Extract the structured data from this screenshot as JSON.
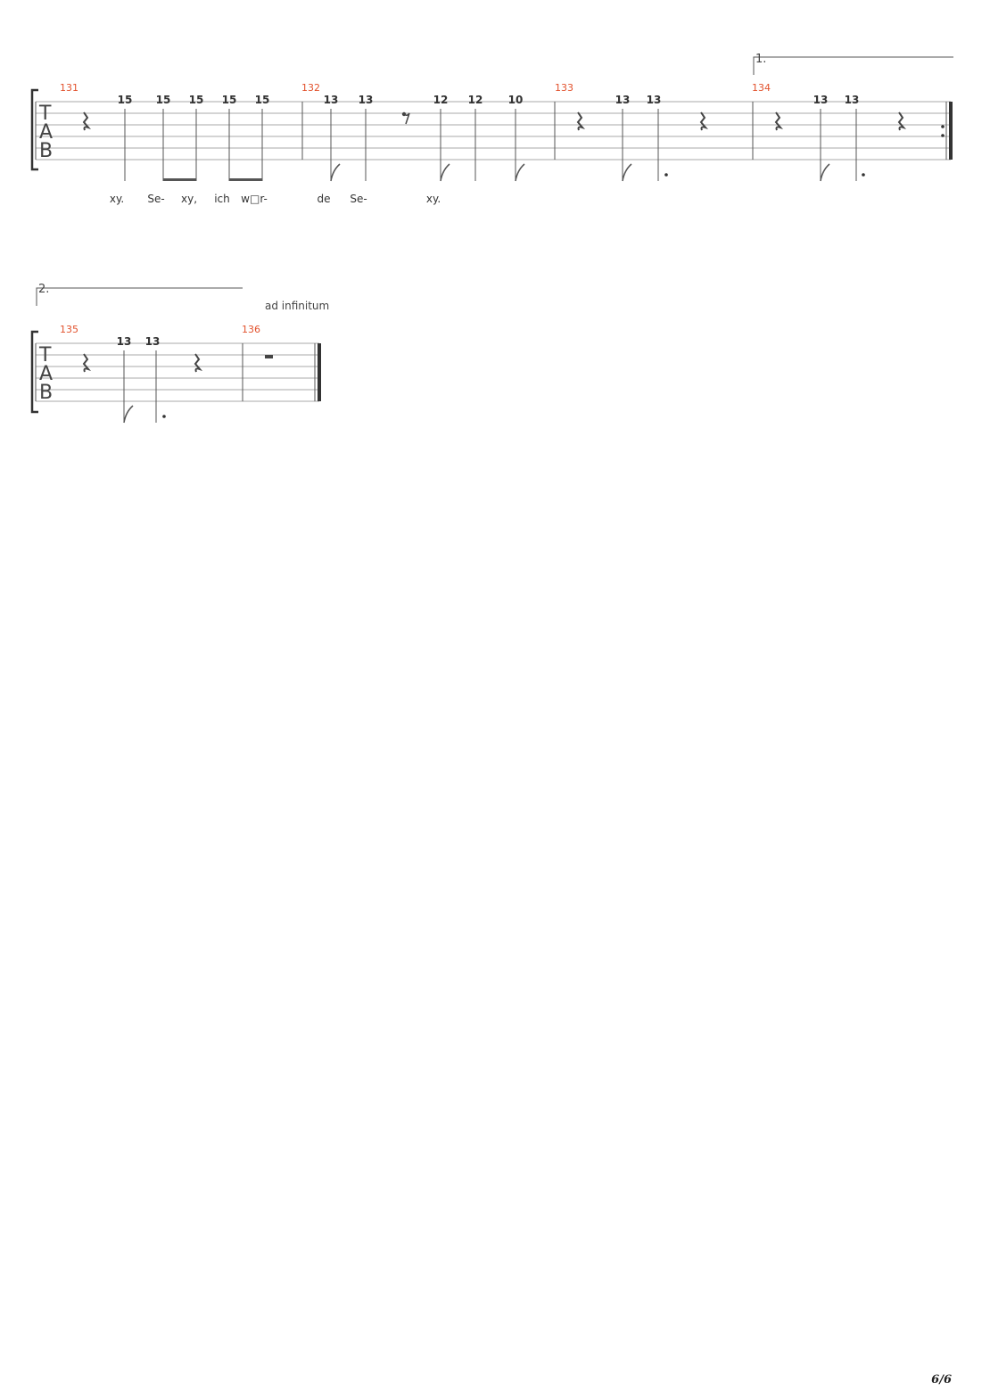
{
  "tab_letters": [
    "T",
    "A",
    "B"
  ],
  "system1": {
    "volta": "1.",
    "measures": [
      {
        "number": "131",
        "frets": [
          "15",
          "15",
          "15",
          "15",
          "15"
        ]
      },
      {
        "number": "132",
        "frets": [
          "13",
          "13",
          "12",
          "12",
          "10"
        ]
      },
      {
        "number": "133",
        "frets": [
          "13",
          "13"
        ]
      },
      {
        "number": "134",
        "frets": [
          "13",
          "13"
        ]
      }
    ],
    "lyrics": [
      "xy.",
      "Se-",
      "xy,",
      "ich",
      "w□r-",
      "de",
      "Se-",
      "xy."
    ]
  },
  "system2": {
    "volta": "2.",
    "annotation": "ad infinitum",
    "measures": [
      {
        "number": "135",
        "frets": [
          "13",
          "13"
        ]
      },
      {
        "number": "136",
        "frets": []
      }
    ]
  },
  "page_number": "6/6"
}
